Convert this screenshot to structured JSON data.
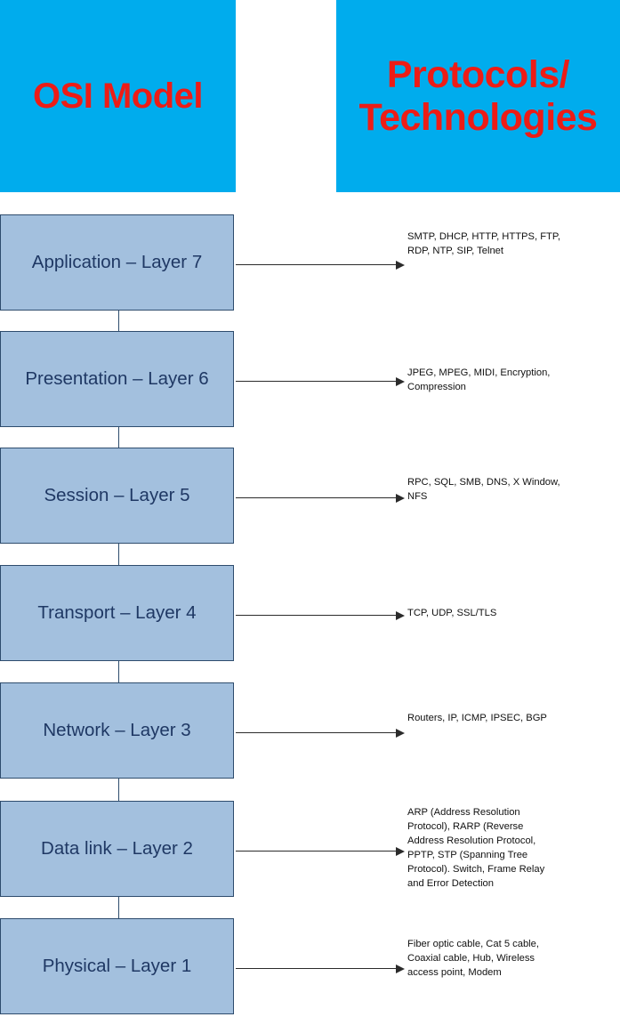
{
  "headers": {
    "left": "OSI Model",
    "right": "Protocols/\nTechnologies",
    "right_line1": "Protocols/",
    "right_line2": "Technologies"
  },
  "colors": {
    "header_background": "#00ACED",
    "header_text": "#ED1C16",
    "layer_fill": "#A3C0DE",
    "layer_border": "#2E4C6D",
    "layer_text": "#1F3864",
    "arrow": "#2B2B2B",
    "protocol_text": "#111111",
    "page_background": "#FFFFFF"
  },
  "layers": [
    {
      "label": "Application – Layer 7",
      "name": "Application",
      "number": 7,
      "protocols": "SMTP, DHCP, HTTP, HTTPS, FTP, RDP, NTP, SIP, Telnet"
    },
    {
      "label": "Presentation – Layer 6",
      "name": "Presentation",
      "number": 6,
      "protocols": "JPEG, MPEG, MIDI, Encryption, Compression"
    },
    {
      "label": "Session – Layer 5",
      "name": "Session",
      "number": 5,
      "protocols": "RPC, SQL, SMB, DNS, X Window, NFS"
    },
    {
      "label": "Transport – Layer 4",
      "name": "Transport",
      "number": 4,
      "protocols": "TCP, UDP, SSL/TLS"
    },
    {
      "label": "Network – Layer 3",
      "name": "Network",
      "number": 3,
      "protocols": "Routers, IP, ICMP, IPSEC, BGP"
    },
    {
      "label": "Data link – Layer 2",
      "name": "Data link",
      "number": 2,
      "protocols": "ARP (Address Resolution Protocol), RARP (Reverse Address Resolution Protocol, PPTP, STP (Spanning Tree Protocol). Switch, Frame Relay and Error Detection"
    },
    {
      "label": "Physical – Layer 1",
      "name": "Physical",
      "number": 1,
      "protocols": "Fiber optic cable, Cat 5 cable, Coaxial cable, Hub, Wireless access point, Modem"
    }
  ]
}
